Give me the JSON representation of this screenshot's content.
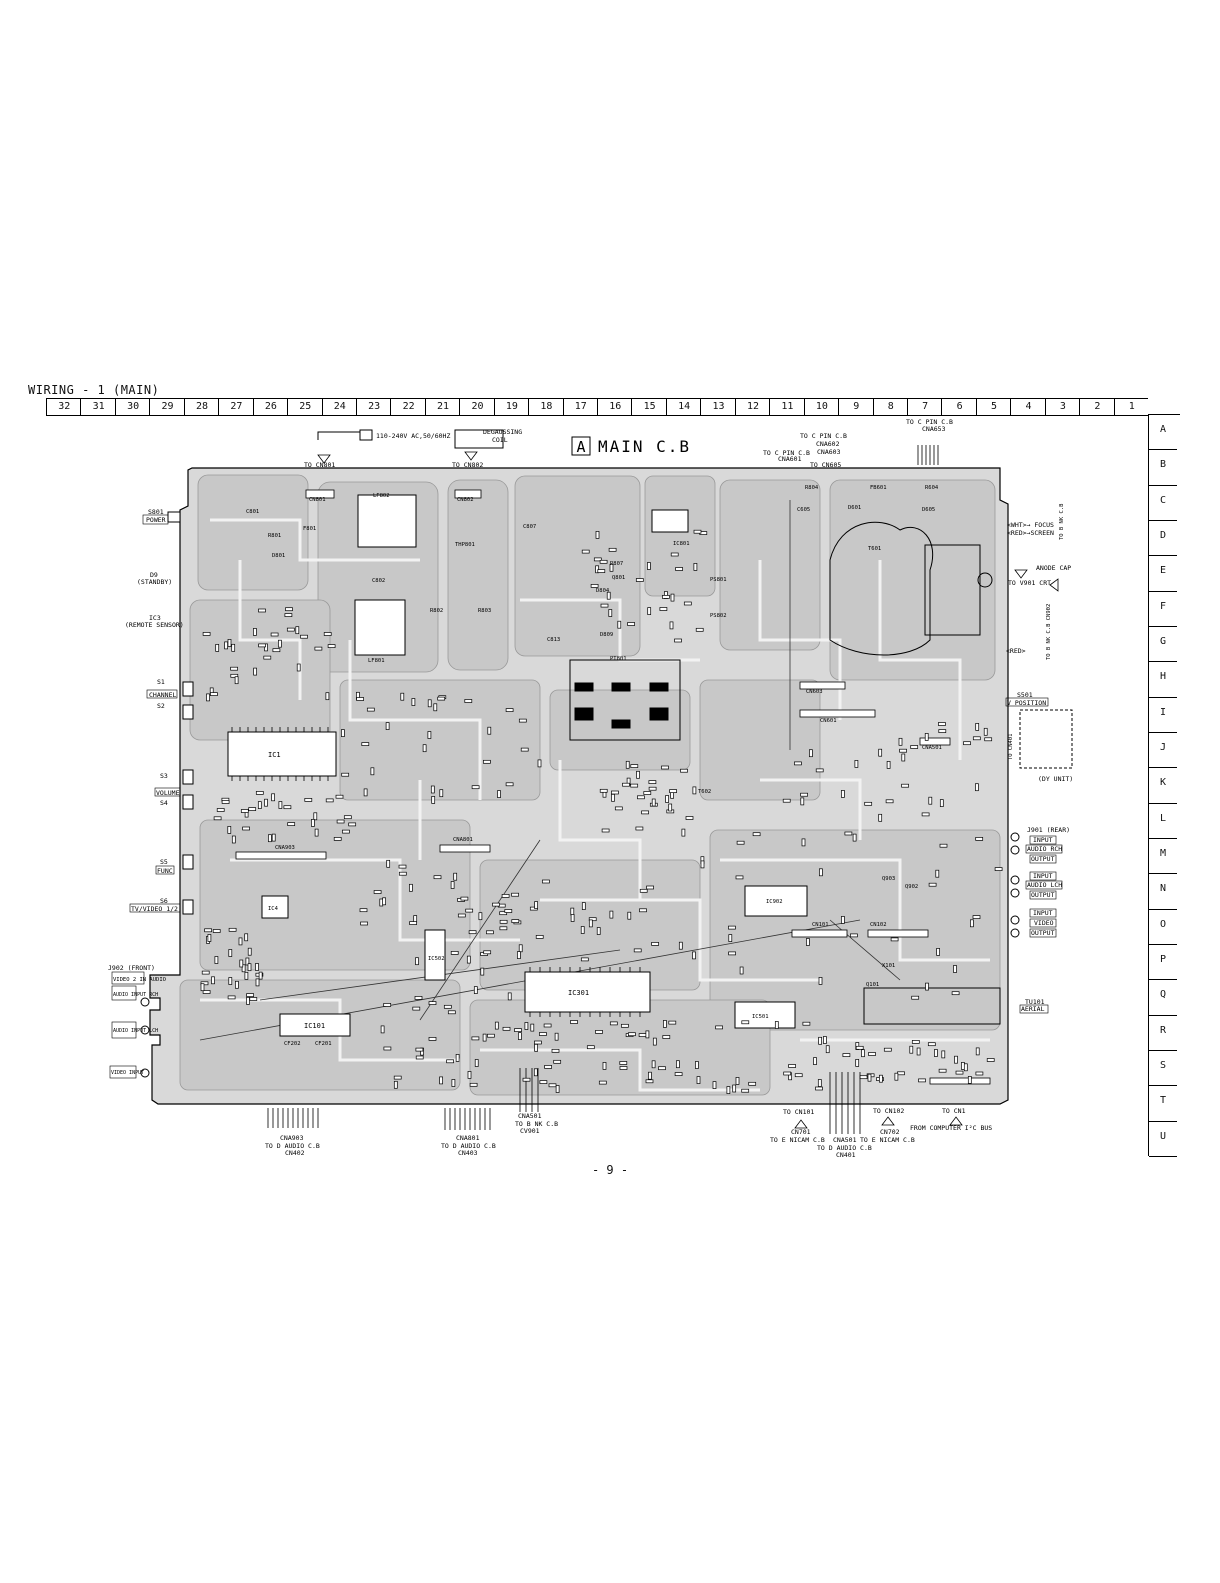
{
  "page": {
    "title": "WIRING - 1 (MAIN)",
    "page_number": "- 9 -"
  },
  "grid": {
    "columns": [
      "32",
      "31",
      "30",
      "29",
      "28",
      "27",
      "26",
      "25",
      "24",
      "23",
      "22",
      "21",
      "20",
      "19",
      "18",
      "17",
      "16",
      "15",
      "14",
      "13",
      "12",
      "11",
      "10",
      "9",
      "8",
      "7",
      "6",
      "5",
      "4",
      "3",
      "2",
      "1"
    ],
    "rows": [
      "A",
      "B",
      "C",
      "D",
      "E",
      "F",
      "G",
      "H",
      "I",
      "J",
      "K",
      "L",
      "M",
      "N",
      "O",
      "P",
      "Q",
      "R",
      "S",
      "T",
      "U"
    ]
  },
  "board": {
    "label_box": "A",
    "label_text": "MAIN C.B"
  },
  "top_labels": {
    "ac_input": "110-240V AC,50/60HZ",
    "to_cn801": "TO CN801",
    "degaussing": "DEGAUSSING",
    "coil": "COIL",
    "to_cn802": "TO CN802",
    "to_c_pin_cb_1": "TO C PIN C.B",
    "cna602": "CNA602",
    "to_c_pin_cb_2": "TO C PIN C.B",
    "cna601": "CNA601",
    "cna603": "CNA603",
    "to_cn605": "TO CN605",
    "to_c_pin_cb_3": "TO C PIN C.B",
    "cna653": "CNA653"
  },
  "left_labels": {
    "s801": "S801",
    "power": "POWER",
    "d9": "D9",
    "standby": "(STANDBY)",
    "ic3": "IC3",
    "remote_sensor": "(REMOTE SENSOR)",
    "s1_channel": "S1",
    "channel": "CHANNEL",
    "s2": "S2",
    "s3": "S3",
    "volume": "VOLUME",
    "s4": "S4",
    "s5": "S5",
    "func": "FUNC",
    "s6": "S6",
    "tv_video": "TV/VIDEO 1/2",
    "j902_front": "J902 (FRONT)",
    "video2_in_audio": "VIDEO 2 IN AUDIO",
    "audio_input_rch": "AUDIO INPUT RCH",
    "audio_input_lch": "AUDIO INPUT LCH",
    "video_input": "VIDEO INPUT"
  },
  "right_labels": {
    "focus": "<WHT>→ FOCUS",
    "screen": "<RED>→SCREEN",
    "to_nk_cb": "TO B NK C.B",
    "anode_cap": "ANODE CAP",
    "to_v901_crt": "TO V901 CRT",
    "to_nk_cb_2": "TO B NK C.B CN902",
    "red": "<RED>",
    "s501": "S501",
    "v_position": "V POSITION",
    "to_cn401": "TO CN401",
    "dy_unit": "(DY UNIT)",
    "j901_rear": "J901 (REAR)",
    "input_audio_rch": "INPUT",
    "audio_rch": "AUDIO RCH",
    "output_1": "OUTPUT",
    "input_2": "INPUT",
    "audio_lch": "AUDIO LCH",
    "output_2": "OUTPUT",
    "input_3": "INPUT",
    "video": "VIDEO",
    "output_3": "OUTPUT",
    "tu101": "TU101",
    "aerial": "AERIAL"
  },
  "bottom_labels": {
    "cna903": "CNA903",
    "to_audio_cb_1": "TO D AUDIO C.B",
    "cn402": "CN402",
    "cna801": "CNA801",
    "to_audio_cb_2": "TO D AUDIO C.B",
    "cn403": "CN403",
    "cna501": "CNA501",
    "to_nk_cb": "TO B NK C.B",
    "cv901": "CV901",
    "to_cn101": "TO CN101",
    "cn701": "CN701",
    "to_nicam_cb_1": "TO E NICAM C.B",
    "cna501b": "CNA501",
    "to_audio_cb_3": "TO D AUDIO C.B",
    "cn401": "CN401",
    "to_cn102": "TO CN102",
    "cn702": "CN702",
    "to_nicam_cb_2": "TO E NICAM C.B",
    "to_cn1": "TO CN1",
    "from_computer": "FROM COMPUTER I²C BUS"
  },
  "components": {
    "ic1": "IC1",
    "ic4": "IC4",
    "ic101": "IC101",
    "ic301": "IC301",
    "ic501": "IC501",
    "ic801": "IC801",
    "ic902": "IC902",
    "ic502": "IC502",
    "pt801": "PT801",
    "lf801": "LF801",
    "lf802": "LF802",
    "thp801": "THP801",
    "ps801": "PS801",
    "ps802": "PS802",
    "cn801": "CN801",
    "cn802": "CN802",
    "cn601": "CN601",
    "cn603": "CN603",
    "cn101": "CN101",
    "cn102": "CN102",
    "cna501": "CNA501",
    "cna801": "CNA801",
    "cna903": "CNA903",
    "t601": "T601",
    "t602": "T602",
    "fb601": "FB601",
    "r804": "R804",
    "r604": "R604",
    "d605": "D605",
    "d601": "D601",
    "c605": "C605",
    "d801": "D801",
    "r801": "R801",
    "f801": "F801",
    "c802": "C802",
    "c801": "C801",
    "r802": "R802",
    "r803": "R803",
    "c807": "C807",
    "r807": "R807",
    "d804": "D804",
    "c813": "C813",
    "d809": "D809",
    "cf202": "CF202",
    "cf201": "CF201",
    "x101": "X101",
    "q101": "Q101",
    "q801": "Q801",
    "q903": "Q903",
    "q902": "Q902"
  }
}
